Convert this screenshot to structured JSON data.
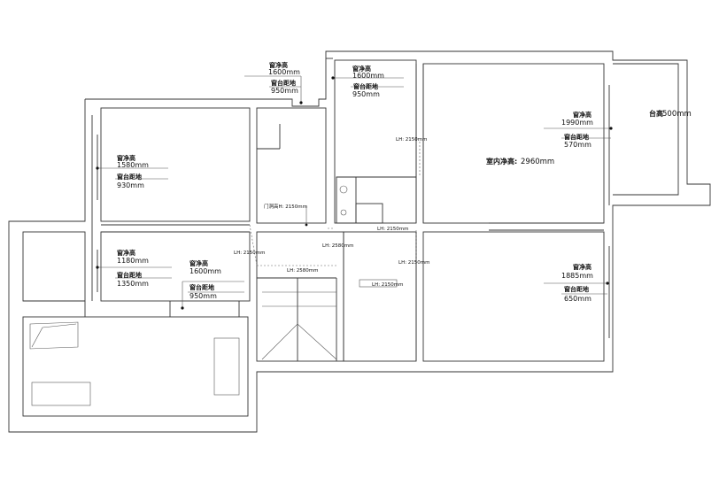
{
  "window_labels": [
    {
      "id": "w1",
      "h1": "窗净高",
      "v1": "1600mm",
      "h2": "窗台距地",
      "v2": "950mm"
    },
    {
      "id": "w2",
      "h1": "窗净高",
      "v1": "1600mm",
      "h2": "窗台距地",
      "v2": "950mm"
    },
    {
      "id": "w3",
      "h1": "窗净高",
      "v1": "1990mm",
      "h2": "窗台距地",
      "v2": "570mm"
    },
    {
      "id": "w4",
      "h1": "窗净高",
      "v1": "1580mm",
      "h2": "窗台距地",
      "v2": "930mm"
    },
    {
      "id": "w5",
      "h1": "窗净高",
      "v1": "1180mm",
      "h2": "窗台距地",
      "v2": "1350mm"
    },
    {
      "id": "w6",
      "h1": "窗净高",
      "v1": "1600mm",
      "h2": "窗台距地",
      "v2": "950mm"
    },
    {
      "id": "w7",
      "h1": "窗净高",
      "v1": "1885mm",
      "h2": "窗台距地",
      "v2": "650mm"
    }
  ],
  "ceiling": {
    "label": "室内净高:",
    "value": "2960mm"
  },
  "platform": {
    "label": "台高",
    "value": "500mm"
  },
  "door_height": "门洞高H: 2150mm",
  "lintels": {
    "lh1": "LH: 2150mm",
    "lh2": "LH: 2150mm",
    "lh3": "LH: 2580mm",
    "lh4": "LH: 2150mm",
    "lh5": "LH: 2150mm",
    "lh6": "LH: 2580mm",
    "lh7": "LH: 2150mm"
  }
}
